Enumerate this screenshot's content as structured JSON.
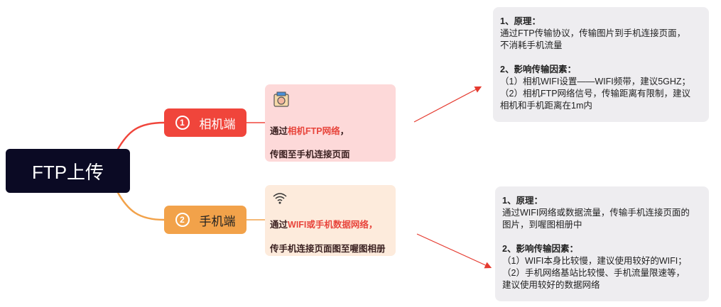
{
  "root": {
    "label": "FTP上传"
  },
  "branches": [
    {
      "num": "1",
      "label": "相机端",
      "color": "#f0453b",
      "card": {
        "icon": "camera-icon",
        "prefix": "通过",
        "highlight": "相机FTP网络",
        "suffix": "，",
        "line2": "传图至手机连接页面"
      },
      "note": {
        "h1": "1、原理：",
        "p1": "通过FTP传输协议，传输图片到手机连接页面，",
        "p1b": "不消耗手机流量",
        "h2": "2、影响传输因素：",
        "i1": "（1）相机WIFI设置——WIFI频带，建议5GHZ；",
        "i2": "（2）相机FTP网络信号，传输距离有限制，建议",
        "i2b": "相机和手机距离在1m内"
      }
    },
    {
      "num": "2",
      "label": "手机端",
      "color": "#f2a24a",
      "card": {
        "icon": "wifi-icon",
        "prefix": "通过",
        "highlight": "WIFI或手机数据网络，",
        "suffix": "",
        "line2": "传手机连接页面图至喔图相册"
      },
      "note": {
        "h1": "1、原理：",
        "p1": "通过WIFI网络或数据流量，传输手机连接页面的",
        "p1b": "图片，到喔图相册中",
        "h2": "2、影响传输因素：",
        "i1": "（1）WIFI本身比较慢，建议使用较好的WIFI；",
        "i2": "（2）手机网络基站比较慢、手机流量限速等，",
        "i2b": "建议使用较好的数据网络"
      }
    }
  ]
}
